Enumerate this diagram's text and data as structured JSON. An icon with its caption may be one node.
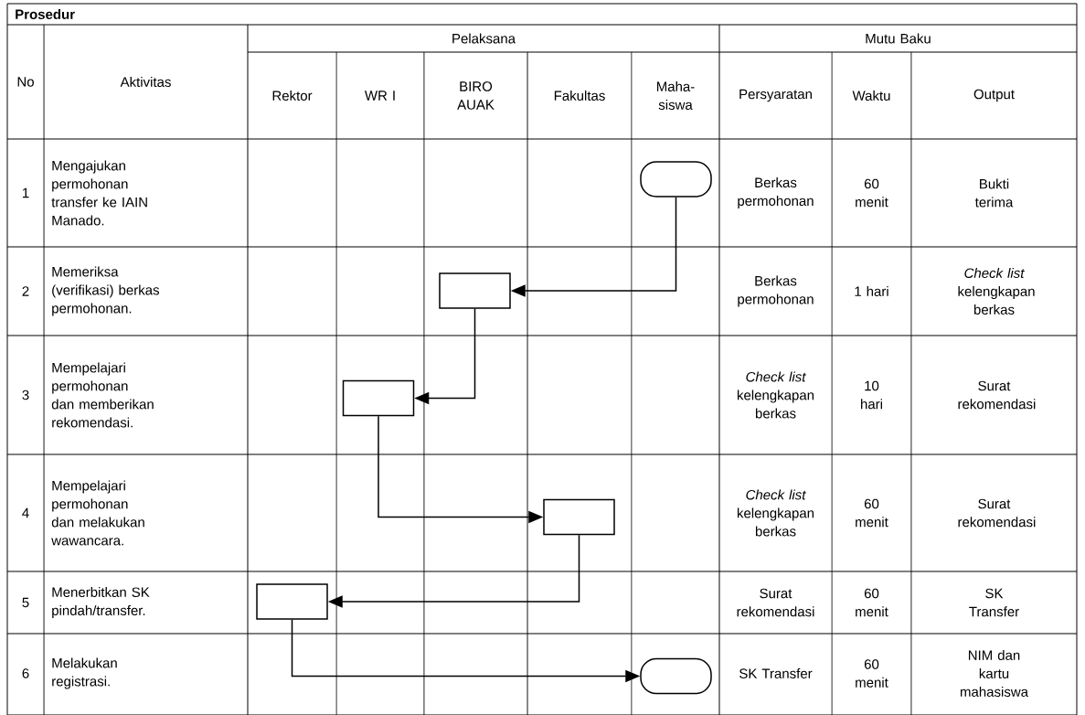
{
  "diagram": {
    "nodes": [
      {
        "text": [],
        "shape": "oval"
      },
      {
        "text": [],
        "shape": "box"
      },
      {
        "text": [],
        "shape": "box"
      },
      {
        "text": [],
        "shape": "box"
      },
      {
        "text": [],
        "shape": "box"
      },
      {
        "text": [],
        "shape": "oval"
      }
    ],
    "edges": [
      {
        "from": 0,
        "to": 1,
        "arrow": "to"
      },
      {
        "from": 1,
        "to": 2,
        "arrow": "to"
      },
      {
        "from": 2,
        "to": 3,
        "arrow": "to"
      },
      {
        "from": 3,
        "to": 4,
        "arrow": "to"
      },
      {
        "from": 4,
        "to": 5,
        "arrow": "to"
      }
    ],
    "labels": [
      "Prosedur",
      "No",
      "Aktivitas",
      "Pelaksana",
      "Mutu Baku",
      "Rektor",
      "WR I",
      "BIRO AUAK",
      "Fakultas",
      "Maha-siswa",
      "Persyaratan",
      "Waktu",
      "Output",
      "1",
      "Mengajukan permohonan transfer ke IAIN Manado.",
      "Berkas permohonan",
      "60 menit",
      "Bukti terima",
      "2",
      "Memeriksa (verifikasi) berkas permohonan.",
      "Berkas permohonan",
      "1 hari",
      "*Check list* kelengkapan berkas",
      "3",
      "Mempelajari permohonan dan memberikan rekomendasi.",
      "*Check list* kelengkapan berkas",
      "10 hari",
      "Surat rekomendasi",
      "4",
      "Mempelajari permohonan dan melakukan wawancara.",
      "*Check list* kelengkapan berkas",
      "60 menit",
      "Surat rekomendasi",
      "5",
      "Menerbitkan SK pindah/transfer.",
      "Surat rekomendasi",
      "60 menit",
      "SK Transfer",
      "6",
      "Melakukan registrasi.",
      "SK Transfer",
      "60 menit",
      "NIM dan kartu mahasiswa"
    ]
  }
}
